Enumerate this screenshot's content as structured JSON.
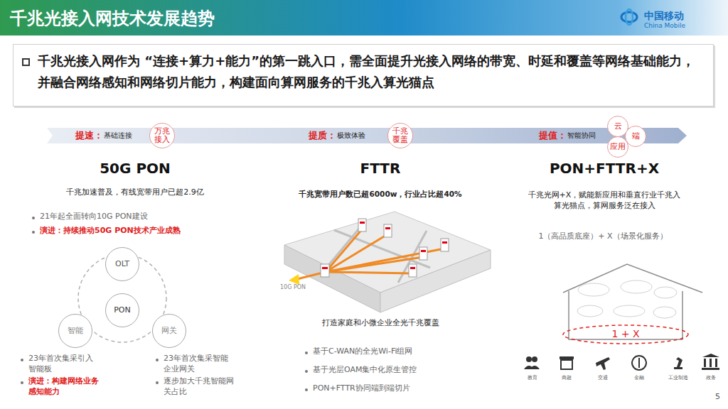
{
  "diagram": {
    "title": "千兆光接入网技术发展趋势",
    "nodes": [
      {
        "text": [
          "千兆光接入网作为 “连接+算力+能力”的第一跳入口，需全面提升光接入网络的带宽、时延和覆盖等网络基础能力，并融合网络感知和网络切片能力，构建面向算网服务的千兆入算光猫点"
        ]
      },
      {
        "text": [
          "提速：",
          "基础连接",
          "提质：",
          "极致体验",
          "提值：",
          "智能协同"
        ]
      },
      {
        "text": [
          "万兆接入"
        ],
        "in": 1
      },
      {
        "text": [
          "千兆覆盖"
        ],
        "in": 1
      },
      {
        "text": [
          "云"
        ],
        "in": 1
      },
      {
        "text": [
          "端"
        ],
        "in": 1
      },
      {
        "text": [
          "应用"
        ],
        "in": 1
      },
      {
        "text": [
          "OLT"
        ]
      },
      {
        "text": [
          "PON"
        ]
      },
      {
        "text": [
          "智能"
        ]
      },
      {
        "text": [
          "网关"
        ]
      },
      {
        "text": [
          "1 + X"
        ]
      }
    ],
    "labels": [
      "中国移动",
      "China Mobile",
      "50G PON",
      "FTTR",
      "PON+FTTR+X",
      "千兆加速普及，有线宽带用户已超2.9亿",
      "21年起全面转向10G PON建设",
      "演进：持续推动50G PON技术产业成熟",
      "23年首次集采引入智能板",
      "演进：构建网络业务感知能力",
      "23年首次集采智能企业网关",
      "逐步加大千兆智能网关占比",
      "千兆宽带用户数已超6000w，行业占比超40%",
      "10G PON",
      "打造家庭和小微企业全光千兆覆盖",
      "基于C-WAN的全光Wi-Fi组网",
      "基于光层OAM集中化原生管控",
      "PON+FTTR协同端到端切片",
      "千兆光网+X，赋能新应用和垂直行业千兆入算光猫点，算网服务泛在接入",
      "1（高品质底座）+ X（场景化服务）",
      "教育",
      "商超",
      "交通",
      "金融",
      "工业制造",
      "政务",
      "5"
    ]
  }
}
